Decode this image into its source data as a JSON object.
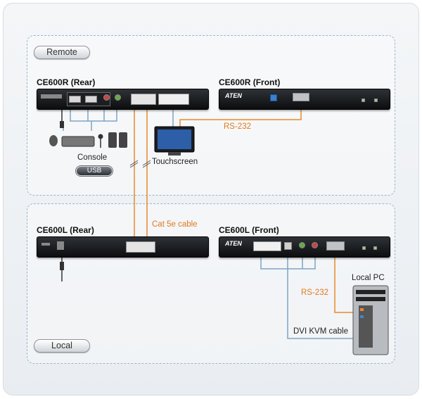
{
  "zones": {
    "remote": "Remote",
    "local": "Local"
  },
  "devices": {
    "ce600r_rear": "CE600R (Rear)",
    "ce600r_front": "CE600R (Front)",
    "ce600l_rear": "CE600L (Rear)",
    "ce600l_front": "CE600L (Front)"
  },
  "brand": "ATEN",
  "labels": {
    "console": "Console",
    "usb": "USB",
    "touchscreen": "Touchscreen",
    "rs232_remote": "RS-232",
    "cat5e": "Cat 5e cable",
    "rs232_local": "RS-232",
    "dvi_kvm": "DVI KVM cable",
    "local_pc": "Local PC"
  },
  "colors": {
    "cable_orange": "#e8892c",
    "cable_blue": "#7fa4c4",
    "dashed_border": "#9ab6cc"
  }
}
